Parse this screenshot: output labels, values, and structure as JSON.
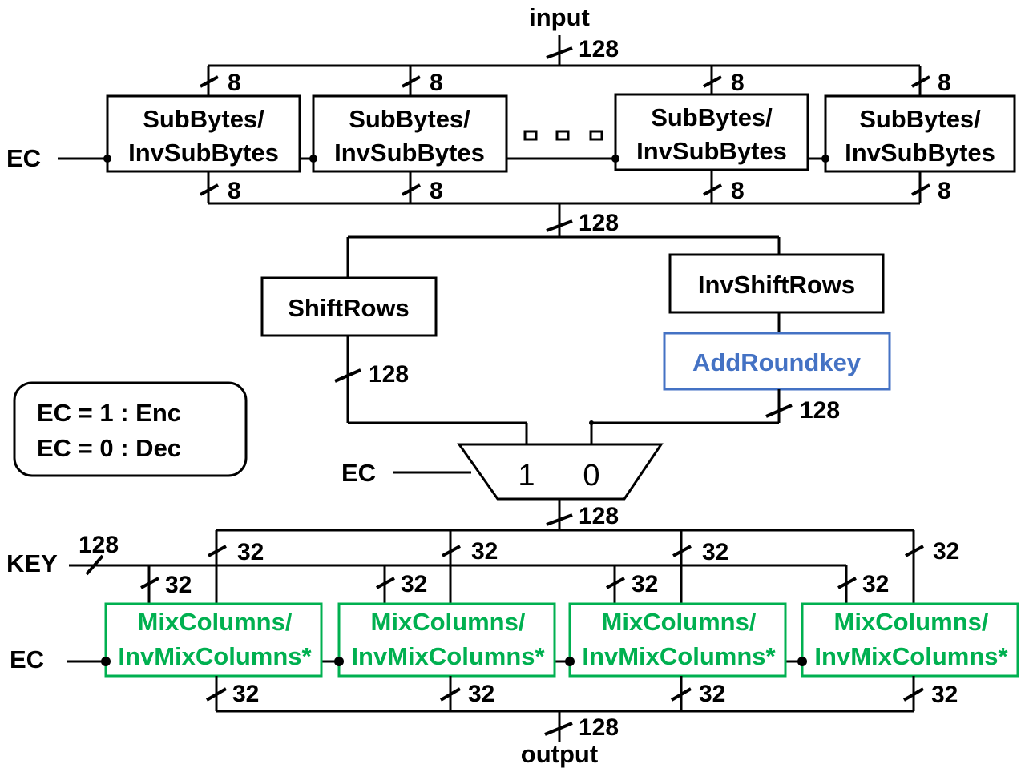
{
  "signals": {
    "input": "input",
    "output": "output",
    "key": "KEY",
    "ec": "EC"
  },
  "widths": {
    "w128": "128",
    "w8": "8",
    "w32": "32"
  },
  "sub_blocks": [
    {
      "line1": "SubBytes/",
      "line2": "InvSubBytes"
    },
    {
      "line1": "SubBytes/",
      "line2": "InvSubBytes"
    },
    {
      "line1": "SubBytes/",
      "line2": "InvSubBytes"
    },
    {
      "line1": "SubBytes/",
      "line2": "InvSubBytes"
    }
  ],
  "shift_rows": "ShiftRows",
  "inv_shift_rows": "InvShiftRows",
  "add_round_key": "AddRoundkey",
  "mux": {
    "in1": "1",
    "in0": "0"
  },
  "mix_blocks": [
    {
      "line1": "MixColumns/",
      "line2": "InvMixColumns*"
    },
    {
      "line1": "MixColumns/",
      "line2": "InvMixColumns*"
    },
    {
      "line1": "MixColumns/",
      "line2": "InvMixColumns*"
    },
    {
      "line1": "MixColumns/",
      "line2": "InvMixColumns*"
    }
  ],
  "legend": {
    "line1": "EC = 1 : Enc",
    "line2": "EC = 0 : Dec"
  },
  "colors": {
    "add_round_key_border": "#4472c4",
    "mix_columns_border": "#00b050"
  }
}
